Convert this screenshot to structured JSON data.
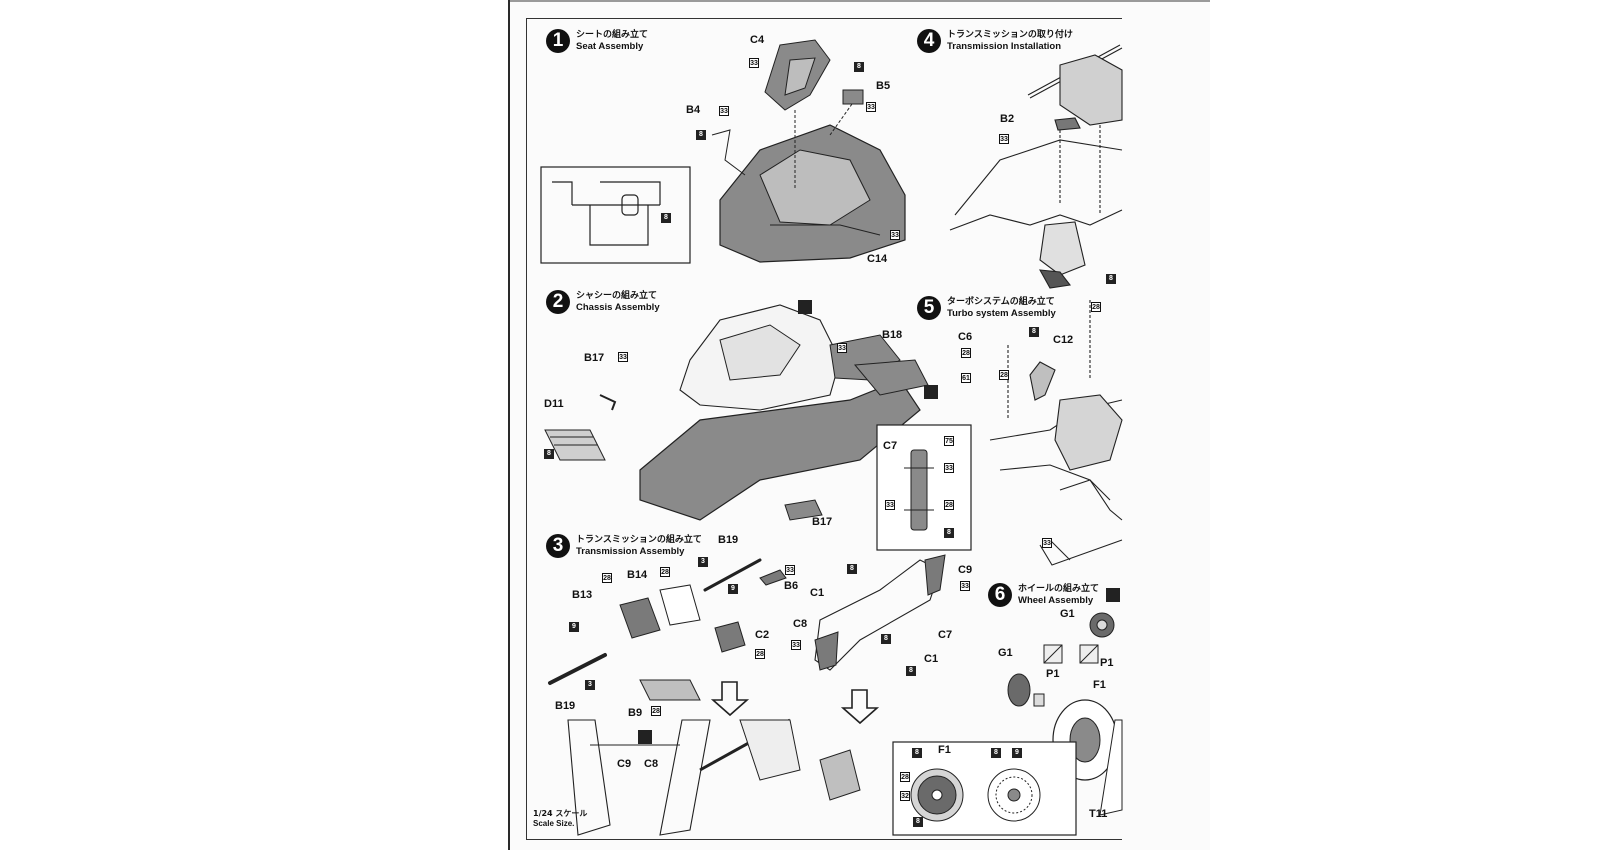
{
  "steps": [
    {
      "num": "1",
      "jp": "シートの組み立て",
      "en": "Seat Assembly"
    },
    {
      "num": "2",
      "jp": "シャシーの組み立て",
      "en": "Chassis Assembly"
    },
    {
      "num": "3",
      "jp": "トランスミッションの組み立て",
      "en": "Transmission Assembly"
    },
    {
      "num": "4",
      "jp": "トランスミッションの取り付け",
      "en": "Transmission Installation"
    },
    {
      "num": "5",
      "jp": "ターボシステムの組み立て",
      "en": "Turbo system Assembly"
    },
    {
      "num": "6",
      "jp": "ホイールの組み立て",
      "en": "Wheel Assembly"
    }
  ],
  "parts": {
    "c4": "C4",
    "b5": "B5",
    "b4": "B4",
    "c14": "C14",
    "b2": "B2",
    "b17a": "B17",
    "b17b": "B17",
    "b18": "B18",
    "d11": "D11",
    "c7a": "C7",
    "c6": "C6",
    "c12": "C12",
    "b19a": "B19",
    "b14": "B14",
    "b13": "B13",
    "b6": "B6",
    "c2": "C2",
    "b9": "B9",
    "b19b": "B19",
    "c9a": "C9",
    "c8a": "C8",
    "c1a": "C1",
    "c9b": "C9",
    "c8b": "C8",
    "c7b": "C7",
    "c1b": "C1",
    "g1a": "G1",
    "g1b": "G1",
    "p1a": "P1",
    "p1b": "P1",
    "f1a": "F1",
    "f1b": "F1",
    "t11": "T11"
  },
  "paint_codes": [
    "33",
    "8",
    "33",
    "8",
    "33",
    "33",
    "8",
    "33",
    "28",
    "8",
    "28",
    "8",
    "33",
    "33",
    "8",
    "75",
    "33",
    "33",
    "28",
    "8",
    "28",
    "61",
    "33",
    "28",
    "3",
    "9",
    "33",
    "28",
    "9",
    "3",
    "28",
    "28",
    "8",
    "33",
    "8",
    "33",
    "8",
    "8",
    "28",
    "32",
    "8",
    "8",
    "9"
  ],
  "scale_note": {
    "jp": "1/24 スケール",
    "en": "Scale Size."
  }
}
